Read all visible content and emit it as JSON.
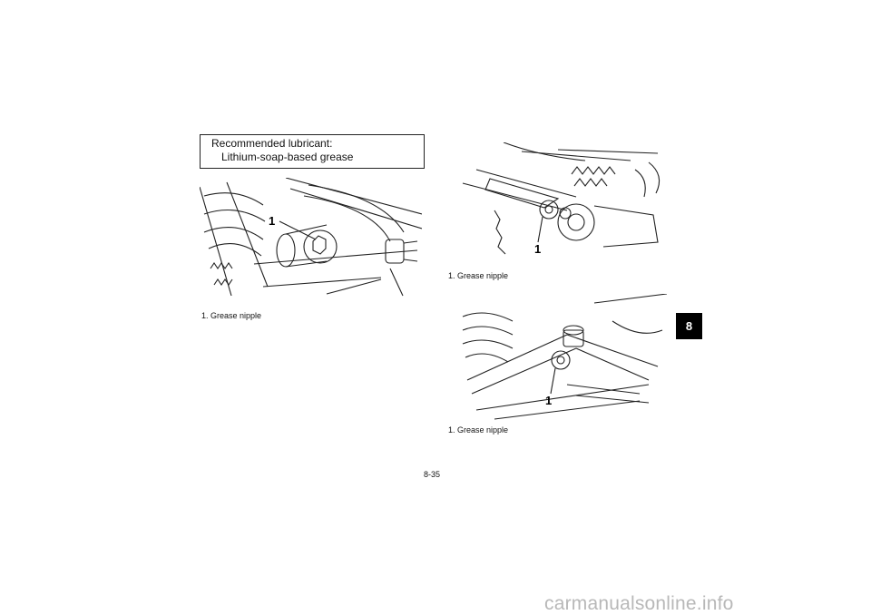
{
  "spec_box": {
    "label": "Recommended lubricant:",
    "value": "Lithium-soap-based grease"
  },
  "figures": [
    {
      "callout": "1",
      "caption": "1. Grease nipple"
    },
    {
      "callout": "1",
      "caption": "1. Grease nipple"
    },
    {
      "callout": "1",
      "caption": "1. Grease nipple"
    }
  ],
  "chapter_tab": "8",
  "page_number": "8-35",
  "watermark": "carmanualsonline.info"
}
